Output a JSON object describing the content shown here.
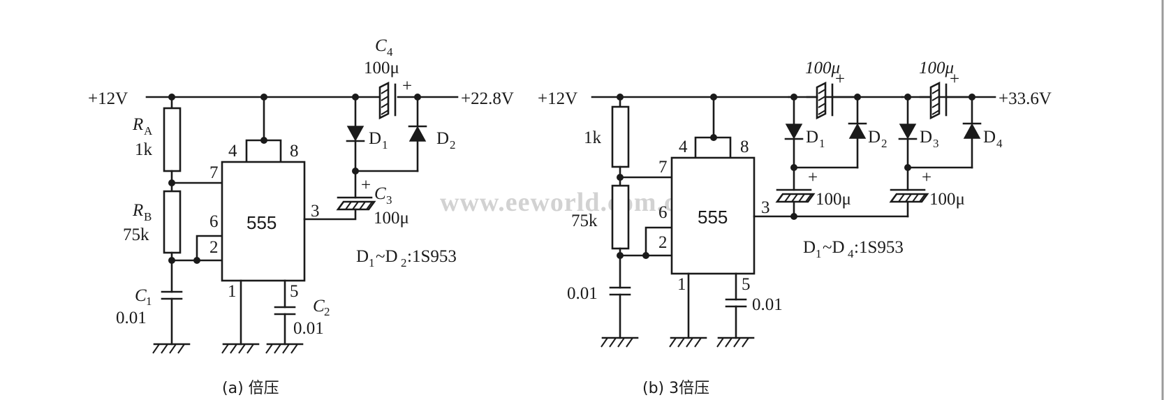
{
  "watermark": "www.eeworld.com.cn",
  "circuit_a": {
    "caption": "(a) 倍压",
    "vin": "+12V",
    "vout": "+22.8V",
    "ic": "555",
    "ra": {
      "letter": "R",
      "sub": "A",
      "value": "1k"
    },
    "rb": {
      "letter": "R",
      "sub": "B",
      "value": "75k"
    },
    "c1": {
      "letter": "C",
      "sub": "1",
      "value": "0.01"
    },
    "c2": {
      "letter": "C",
      "sub": "2",
      "value": "0.01"
    },
    "c3": {
      "letter": "C",
      "sub": "3",
      "value": "100μ"
    },
    "c4": {
      "letter": "C",
      "sub": "4",
      "value": "100μ"
    },
    "d1": {
      "letter": "D",
      "sub": "1"
    },
    "d2": {
      "letter": "D",
      "sub": "2"
    },
    "pins": {
      "p4": "4",
      "p8": "8",
      "p7": "7",
      "p6": "6",
      "p2": "2",
      "p3": "3",
      "p1": "1",
      "p5": "5"
    },
    "diode_note": {
      "a": "D",
      "a_sub": "1",
      "mid": "~D",
      "b_sub": "2",
      "tail": ":1S953"
    },
    "plus": "+"
  },
  "circuit_b": {
    "caption": "(b) 3倍压",
    "vin": "+12V",
    "vout": "+33.6V",
    "ic": "555",
    "r1": "1k",
    "r2": "75k",
    "c_timing": "0.01",
    "c_ctrl": "0.01",
    "c_top1": "100μ",
    "c_top2": "100μ",
    "c_bot1": "100μ",
    "c_bot2": "100μ",
    "d1": {
      "letter": "D",
      "sub": "1"
    },
    "d2": {
      "letter": "D",
      "sub": "2"
    },
    "d3": {
      "letter": "D",
      "sub": "3"
    },
    "d4": {
      "letter": "D",
      "sub": "4"
    },
    "pins": {
      "p4": "4",
      "p8": "8",
      "p7": "7",
      "p6": "6",
      "p2": "2",
      "p3": "3",
      "p1": "1",
      "p5": "5"
    },
    "diode_note": {
      "a": "D",
      "a_sub": "1",
      "mid": "~D",
      "b_sub": "4",
      "tail": ":1S953"
    },
    "plus": "+"
  }
}
